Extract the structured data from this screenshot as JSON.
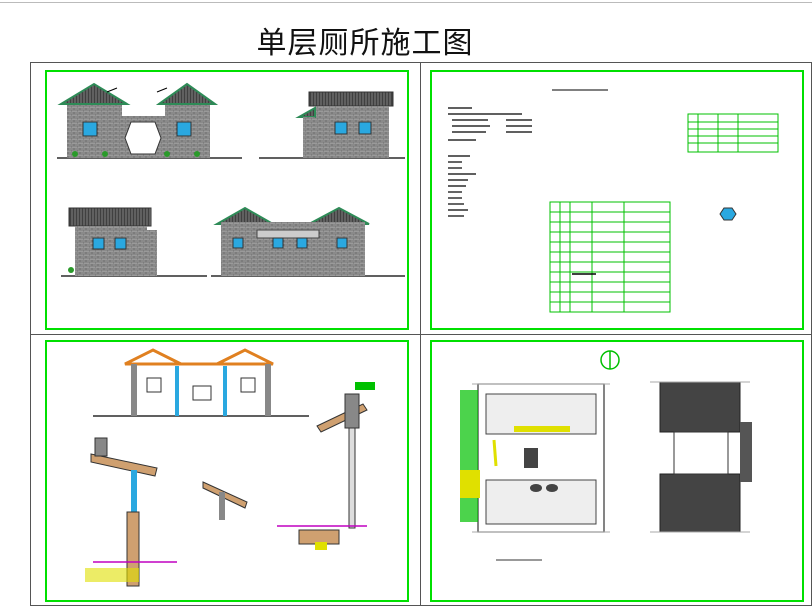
{
  "title": "单层厕所施工图",
  "colors": {
    "frame_green": "#00e000",
    "brick": "#7a7a7a",
    "roof": "#2e8b57",
    "window": "#2aa8e0",
    "orange_section": "#e08020",
    "magenta": "#c000c0",
    "yellow": "#e0e000"
  },
  "panels": [
    {
      "id": "elevations"
    },
    {
      "id": "notes"
    },
    {
      "id": "sections"
    },
    {
      "id": "plans"
    }
  ]
}
